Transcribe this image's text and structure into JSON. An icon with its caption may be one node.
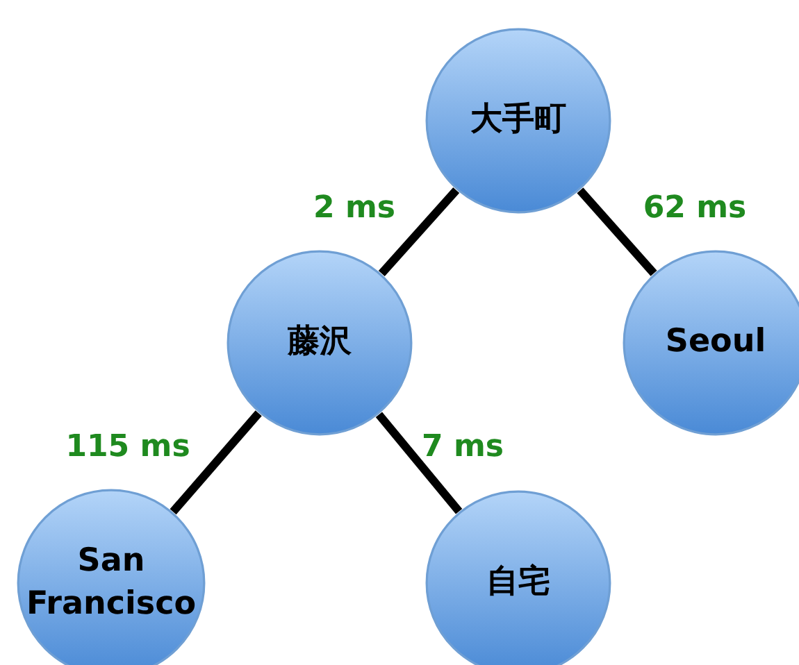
{
  "diagram": {
    "nodes": [
      {
        "text": [
          "大手町"
        ]
      },
      {
        "text": [
          "藤沢"
        ]
      },
      {
        "text": [
          "Seoul"
        ]
      },
      {
        "text": [
          "San Francisco"
        ]
      },
      {
        "text": [
          "自宅"
        ]
      }
    ],
    "edges": [
      {
        "from": 0,
        "to": 1,
        "arrow": "none",
        "label": "2 ms"
      },
      {
        "from": 0,
        "to": 2,
        "arrow": "none",
        "label": "62 ms"
      },
      {
        "from": 1,
        "to": 3,
        "arrow": "none",
        "label": "115 ms"
      },
      {
        "from": 1,
        "to": 4,
        "arrow": "none",
        "label": "7 ms"
      }
    ]
  }
}
